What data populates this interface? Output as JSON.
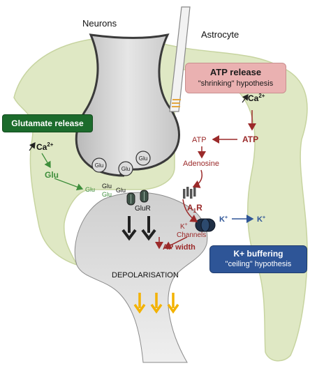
{
  "labels": {
    "neurons": "Neurons",
    "astrocyte": "Astrocyte",
    "glu": "Glu",
    "ca2": "Ca",
    "ca2_sup": "2+",
    "glu_green": "Glu",
    "glu_small": "Glu",
    "glu_cleft_1": "Glu",
    "glu_cleft_2": "Glu",
    "glu_cleft_3": "Glu",
    "glur": "GluR",
    "atp_left": "ATP",
    "adenosine": "Adenosine",
    "atp_right": "ATP",
    "ca2_right": "Ca",
    "ca2_right_sup": "2+",
    "a1r": "A",
    "a1r_sub": "1",
    "a1r_end": "R",
    "k_channels_k": "K",
    "k_channels_sup": "+",
    "k_channels_word": "Channels",
    "k_left": "K",
    "k_left_sup": "+",
    "k_right": "K",
    "k_right_sup": "+",
    "ap_width": "AP width",
    "depolarisation": "DEPOLARISATION"
  },
  "boxes": {
    "atp_release_title": "ATP release",
    "atp_release_sub": "\"shrinking\" hypothesis",
    "glutamate_release": "Glutamate release",
    "k_buffering_title": "K+ buffering",
    "k_buffering_sub": "\"ceiling\" hypothesis"
  },
  "colors": {
    "astrocyte_fill": "#dfe8c4",
    "astrocyte_stroke": "#c7d4a0",
    "neuron_fill": "#d6d6d6",
    "neuron_stroke": "#3a3a3a",
    "atp_box": "#eab1b1",
    "atp_text": "#9b2a2a",
    "glutamate_box": "#1c6b2c",
    "k_box": "#2e5597",
    "k_arrow": "#2e5597",
    "green_text": "#3e8e3b",
    "yellow_arrow": "#f3b200"
  }
}
